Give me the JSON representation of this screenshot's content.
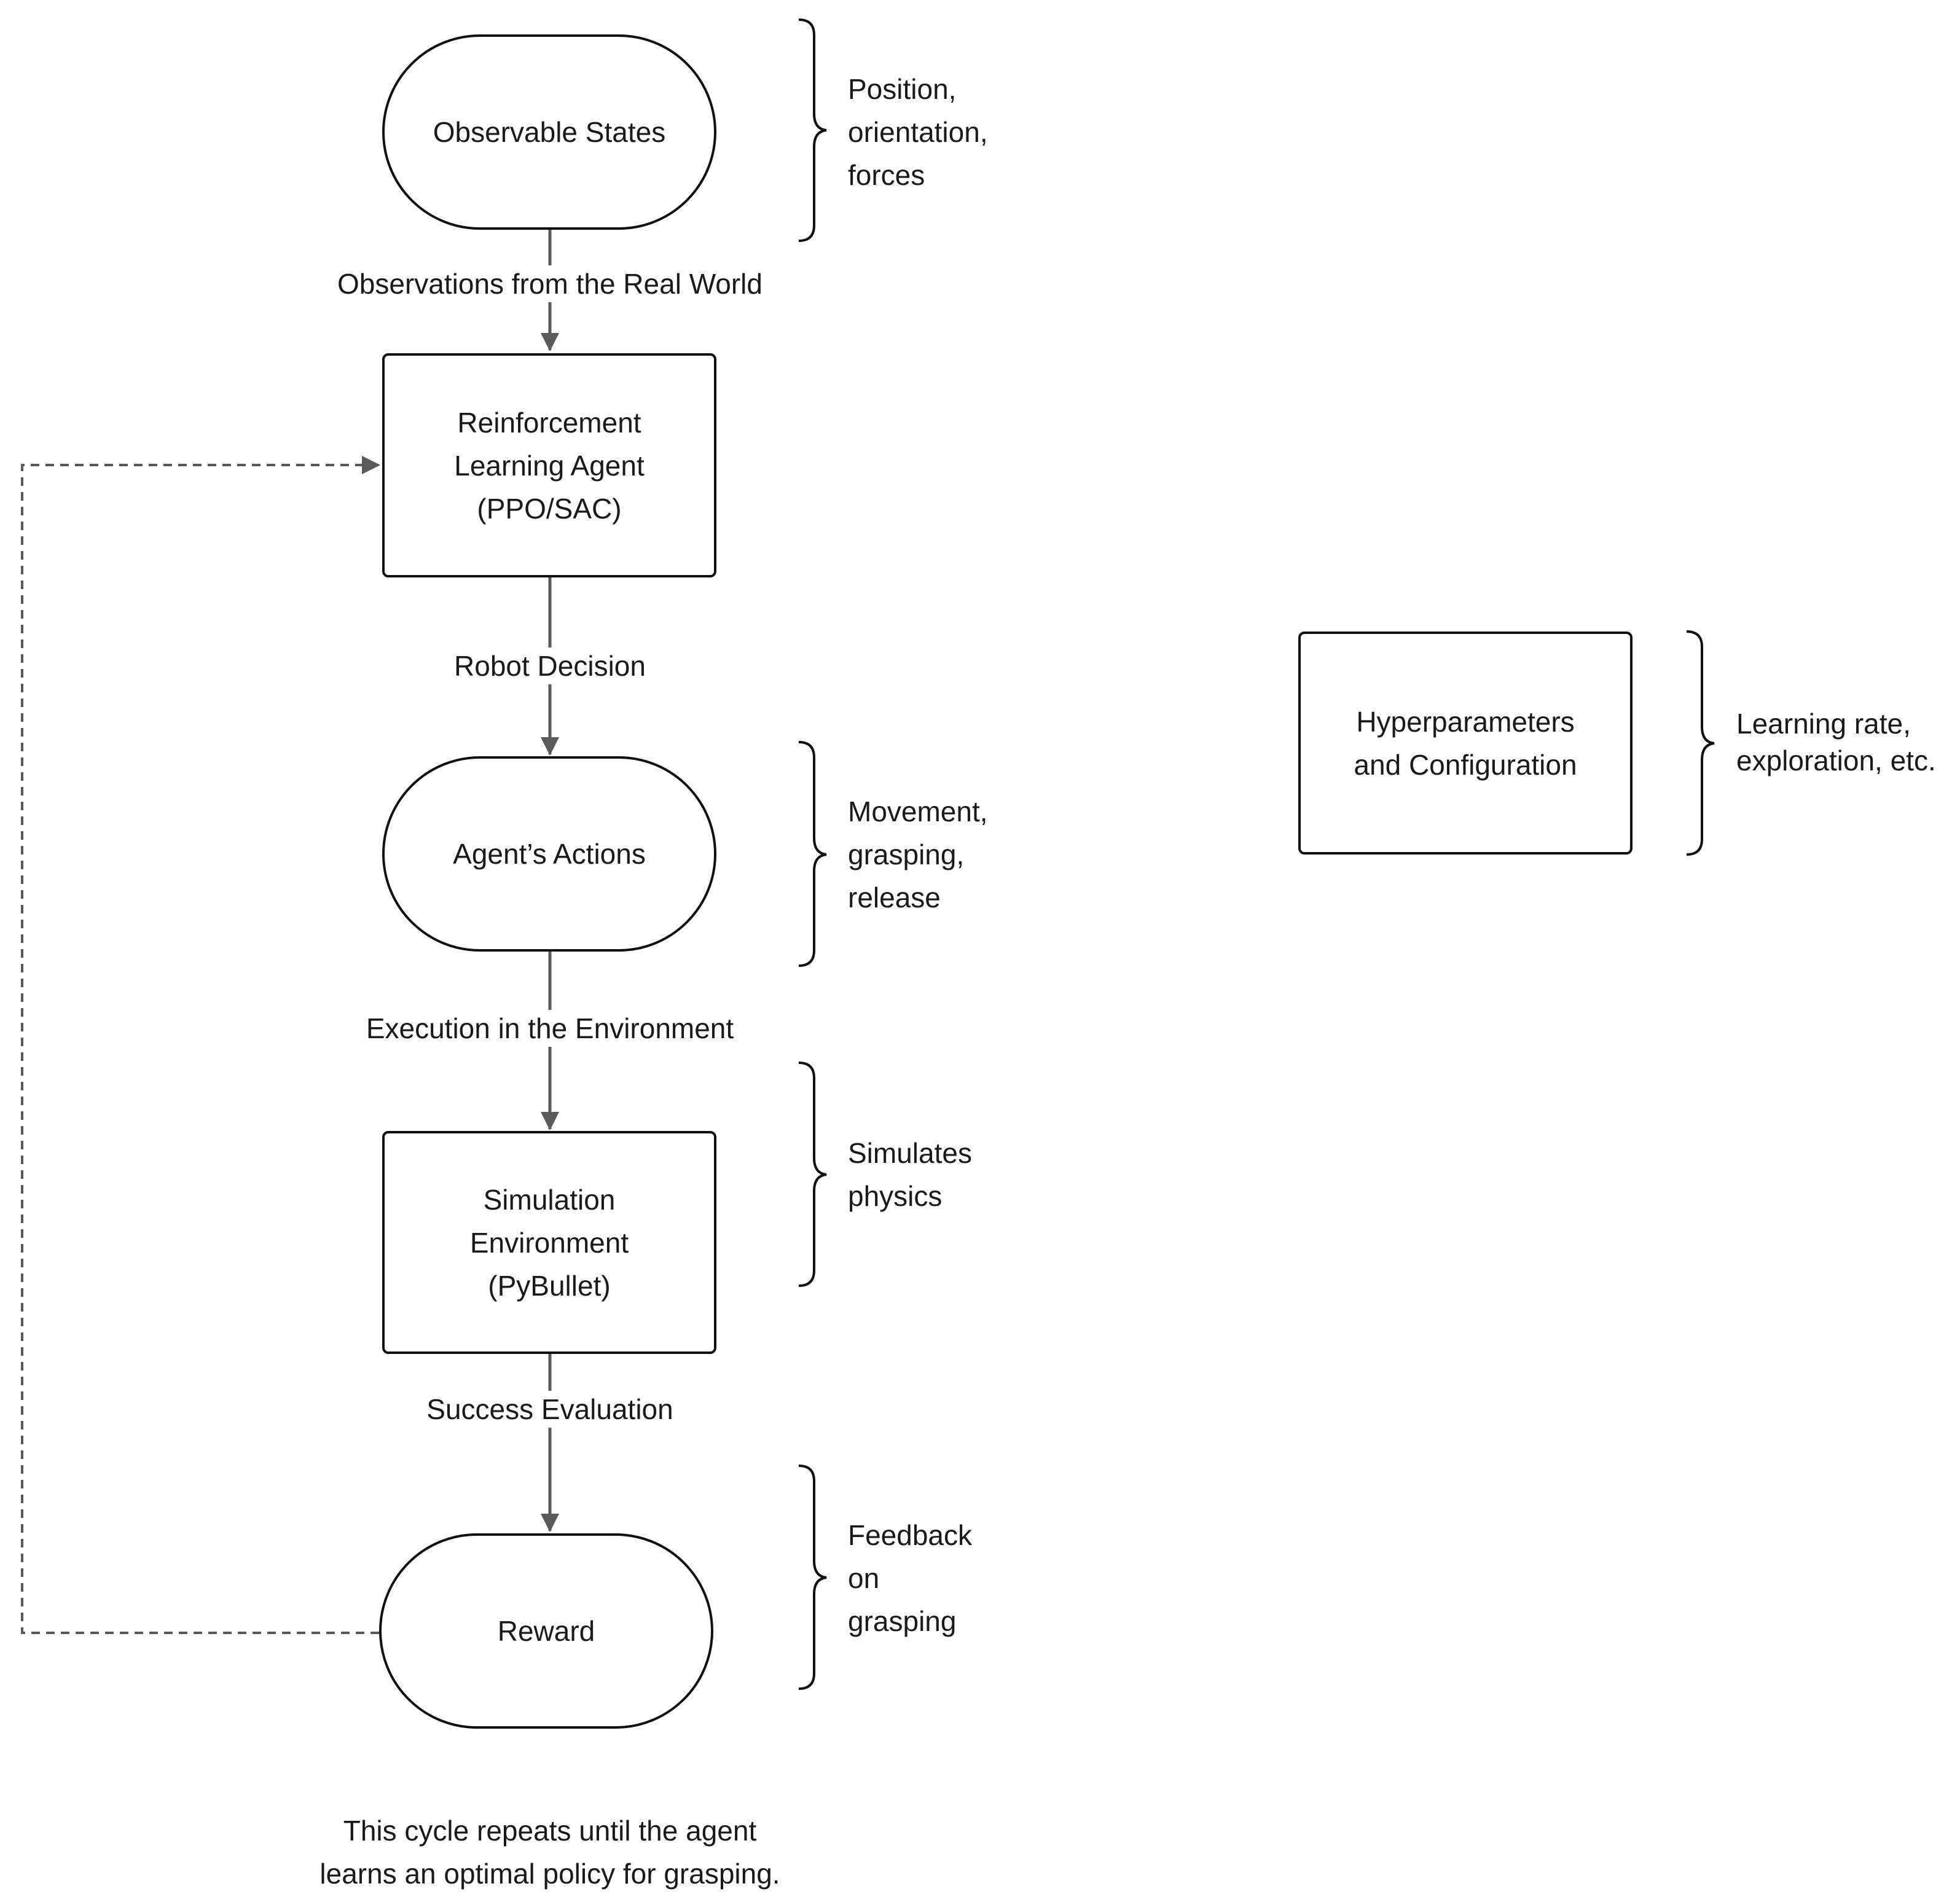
{
  "nodes": {
    "observable_states": "Observable States",
    "rl_agent": "Reinforcement\nLearning Agent\n(PPO/SAC)",
    "agent_actions": "Agent’s Actions",
    "simulation_env": "Simulation\nEnvironment\n(PyBullet)",
    "reward": "Reward",
    "hyperparameters": "Hyperparameters\nand Configuration"
  },
  "edges": {
    "observations": "Observations from the Real World",
    "robot_decision": "Robot Decision",
    "execution": "Execution in the Environment",
    "success_evaluation": "Success Evaluation"
  },
  "notes": {
    "observable_states": "Position,\norientation,\nforces",
    "agent_actions": "Movement,\ngrasping,\nrelease",
    "simulation_env": "Simulates\nphysics",
    "reward": "Feedback\non\ngrasping",
    "hyperparameters": "Learning rate,\nexploration, etc."
  },
  "caption": "This cycle repeats until the agent\nlearns an optimal policy for grasping.",
  "colors": {
    "stroke": "#111111",
    "arrow": "#5a5a5a",
    "text": "#1a1a1a"
  }
}
